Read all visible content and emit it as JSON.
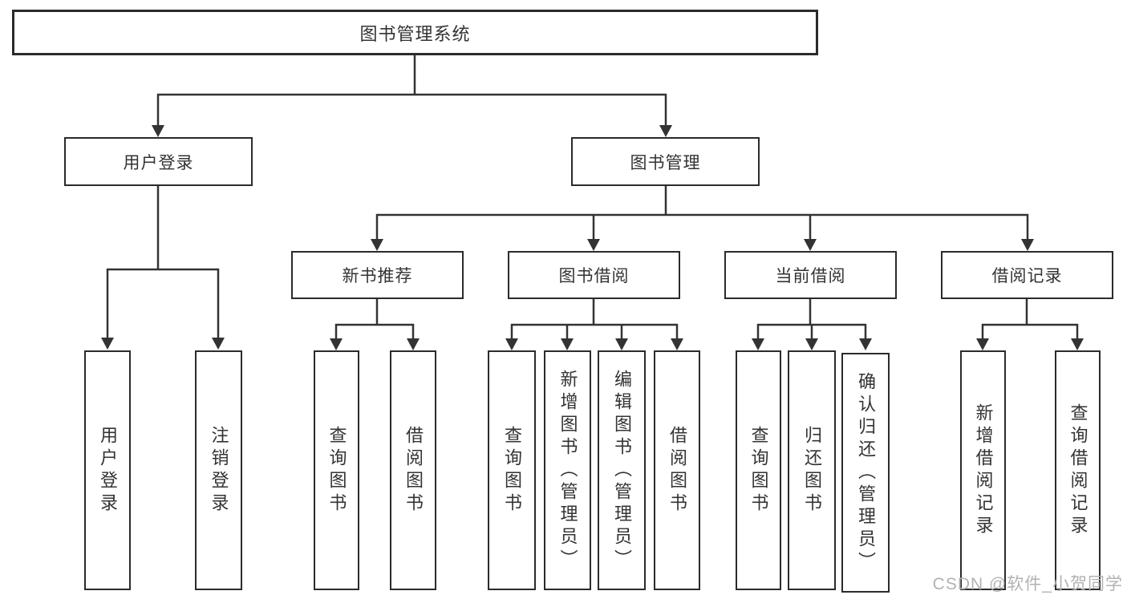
{
  "tree": {
    "root": {
      "label": "图书管理系统"
    },
    "children": [
      {
        "label": "用户登录",
        "children": [
          {
            "label": "用户登录"
          },
          {
            "label": "注销登录"
          }
        ]
      },
      {
        "label": "图书管理",
        "children": [
          {
            "label": "新书推荐",
            "children": [
              {
                "label": "查询图书"
              },
              {
                "label": "借阅图书"
              }
            ]
          },
          {
            "label": "图书借阅",
            "children": [
              {
                "label": "查询图书"
              },
              {
                "label": "新增图书（管理员）"
              },
              {
                "label": "编辑图书（管理员）"
              },
              {
                "label": "借阅图书"
              }
            ]
          },
          {
            "label": "当前借阅",
            "children": [
              {
                "label": "查询图书"
              },
              {
                "label": "归还图书"
              },
              {
                "label": "确认归还（管理员）"
              }
            ]
          },
          {
            "label": "借阅记录",
            "children": [
              {
                "label": "新增借阅记录"
              },
              {
                "label": "查询借阅记录"
              }
            ]
          }
        ]
      }
    ]
  },
  "watermark": {
    "text": "CSDN @软件_小贺同学"
  },
  "colors": {
    "background": "#ffffff",
    "line": "#333333",
    "box_border": "#2b2b2b",
    "text": "#333333",
    "watermark": "#b2b2b2"
  }
}
